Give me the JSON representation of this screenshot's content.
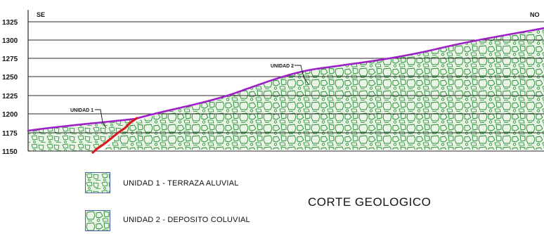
{
  "title": "CORTE GEOLOGICO",
  "orientation": {
    "left": "SE",
    "right": "NO"
  },
  "elevation_labels": [
    "1325",
    "1300",
    "1275",
    "1250",
    "1225",
    "1200",
    "1175",
    "1150"
  ],
  "unit_callouts": [
    {
      "id": "unidad-1",
      "label": "UNIDAD 1"
    },
    {
      "id": "unidad-2",
      "label": "UNIDAD 2"
    }
  ],
  "legend": [
    {
      "id": "unidad-1",
      "label": "UNIDAD 1 - TERRAZA ALUVIAL"
    },
    {
      "id": "unidad-2",
      "label": "UNIDAD 2 - DEPOSITO COLUVIAL"
    }
  ],
  "colors": {
    "grid_line": "#2a2a2a",
    "topography": "#a020c8",
    "contact_line": "#d81c1c",
    "deposit_outline": "#1c8a2a",
    "legend_border": "#4a5fa8"
  }
}
